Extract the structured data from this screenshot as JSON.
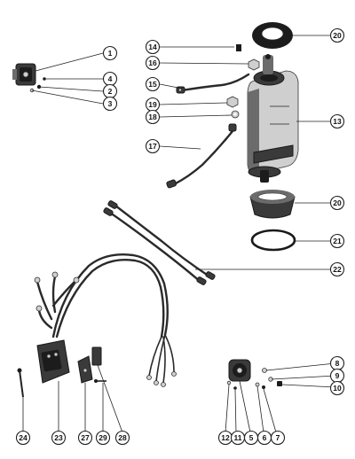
{
  "callouts": {
    "c1": "1",
    "c2": "2",
    "c3": "3",
    "c4": "4",
    "c5": "5",
    "c6": "6",
    "c7": "7",
    "c8": "8",
    "c9": "9",
    "c10": "10",
    "c11": "11",
    "c12": "12",
    "c13": "13",
    "c14": "14",
    "c15": "15",
    "c16": "16",
    "c17": "17",
    "c18": "18",
    "c19": "19",
    "c20a": "20",
    "c20b": "20",
    "c21": "21",
    "c22": "22",
    "c23": "23",
    "c24": "24",
    "c27": "27",
    "c28": "28",
    "c29": "29"
  },
  "colors": {
    "ink": "#1a1a1a",
    "background": "#ffffff"
  }
}
